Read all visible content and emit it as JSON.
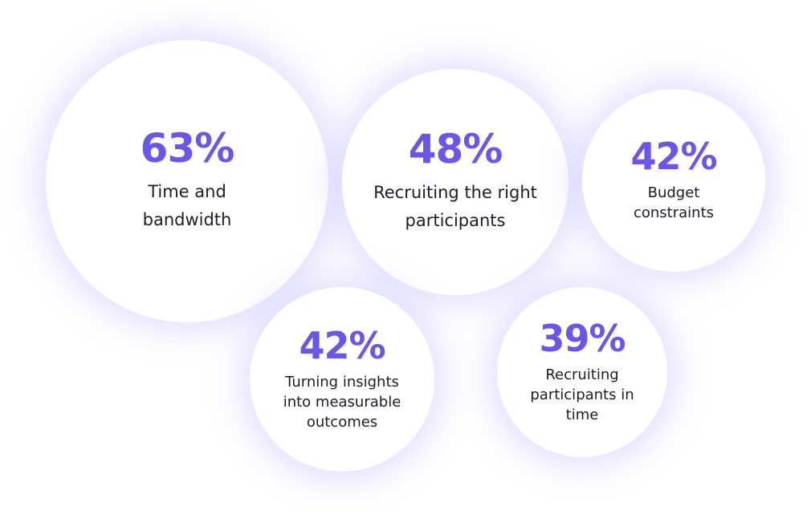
{
  "accent_color": "#6a56e8",
  "text_color": "#1c1c2a",
  "glow_color": "#c4beff",
  "stats": [
    {
      "value": "63%",
      "label": "Time and bandwidth"
    },
    {
      "value": "48%",
      "label": "Recruiting the right participants"
    },
    {
      "value": "42%",
      "label": "Budget constraints"
    },
    {
      "value": "42%",
      "label": "Turning insights into measurable outcomes"
    },
    {
      "value": "39%",
      "label": "Recruiting participants in time"
    }
  ]
}
